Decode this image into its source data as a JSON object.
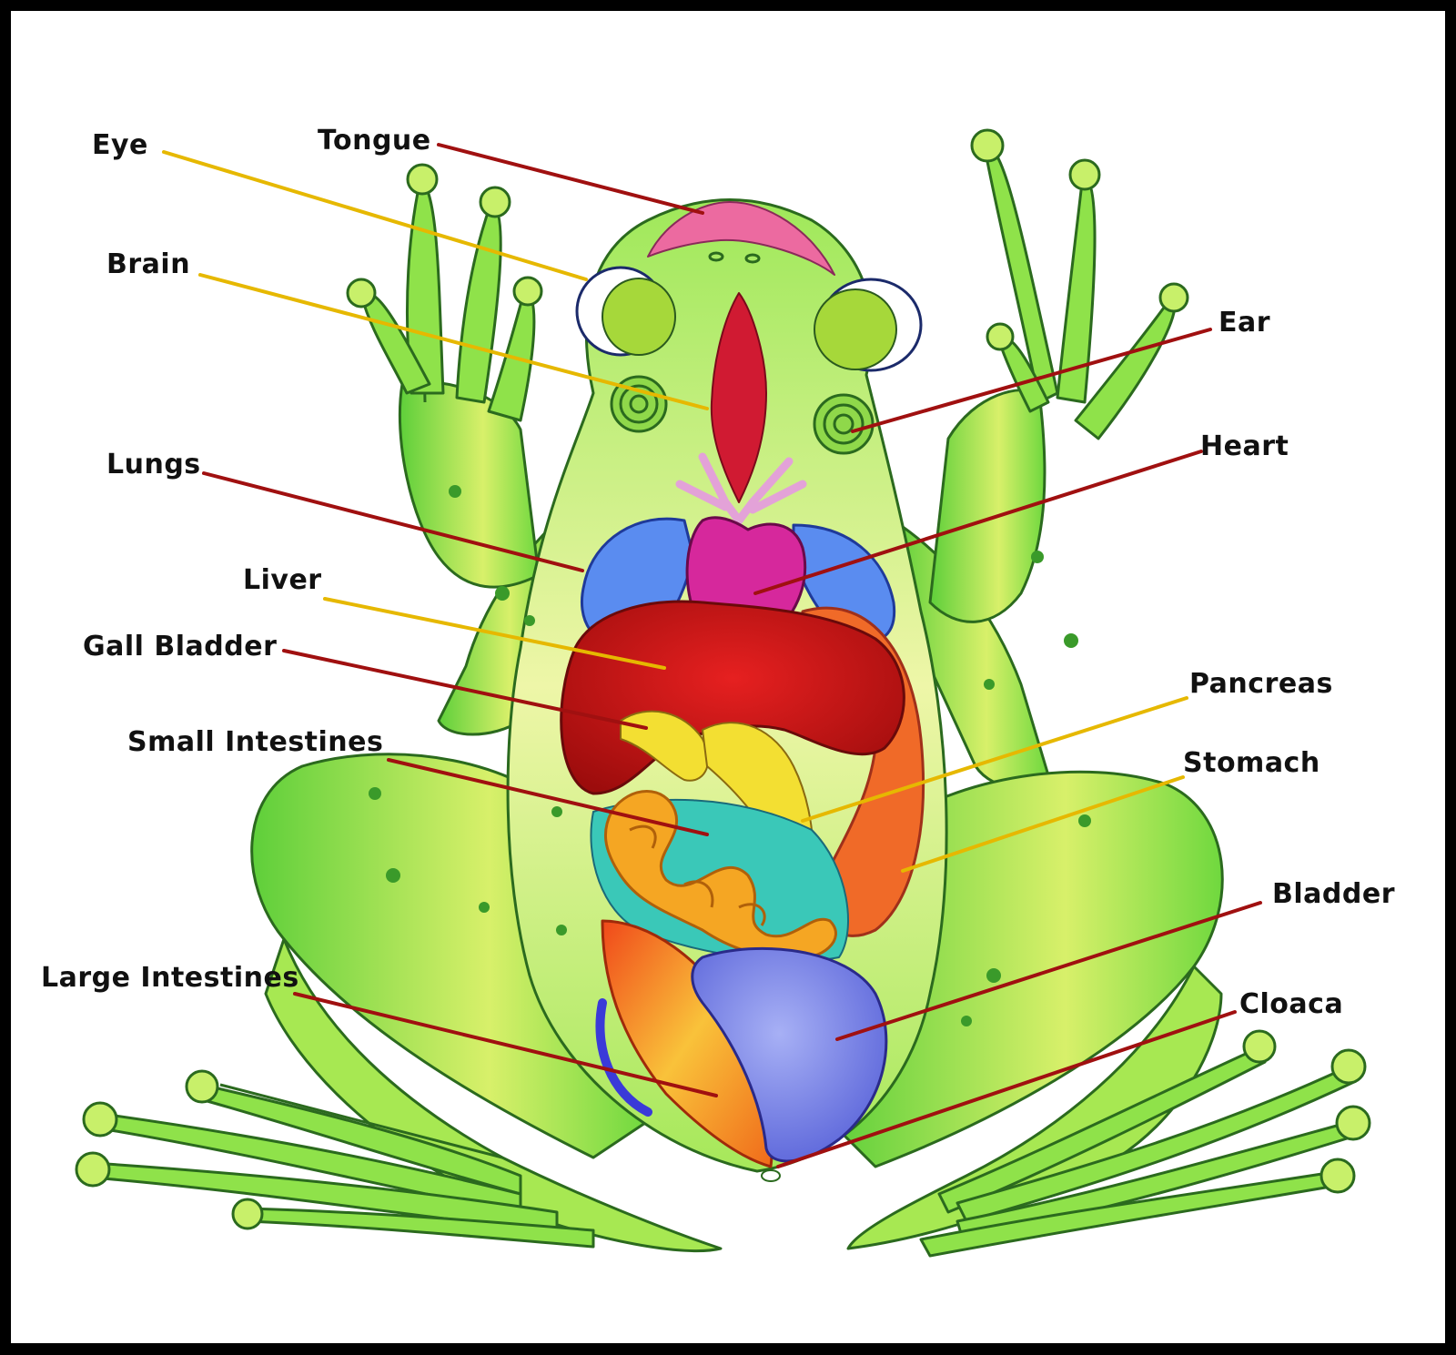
{
  "colors": {
    "background": "#ffffff",
    "border": "#000000",
    "frog_skin": "#7fe04a",
    "frog_skin_light": "#e6f27a",
    "leader_red": "#a01010",
    "leader_yellow": "#e6b800",
    "tongue": "#ec6aa0",
    "liver": "#c81414",
    "lungs": "#5a8cf0",
    "heart": "#d6289c",
    "stomach": "#f06a28",
    "small_intestines": "#f5a623",
    "pancreas": "#f3df32",
    "bladder": "#7f86e6",
    "large_intestines": "#f07a1a"
  },
  "labels": {
    "eye": "Eye",
    "tongue": "Tongue",
    "brain": "Brain",
    "ear": "Ear",
    "lungs": "Lungs",
    "heart": "Heart",
    "liver": "Liver",
    "gall_bladder": "Gall Bladder",
    "pancreas": "Pancreas",
    "small_intestines": "Small Intestines",
    "stomach": "Stomach",
    "bladder": "Bladder",
    "large_intestines": "Large Intestines",
    "cloaca": "Cloaca"
  }
}
